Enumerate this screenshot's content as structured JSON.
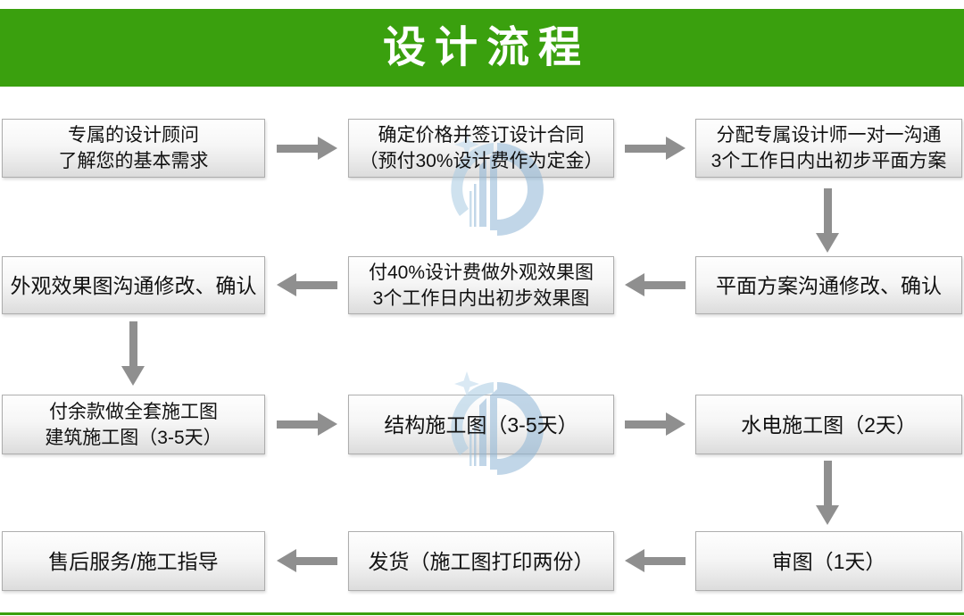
{
  "page": {
    "title": "设计流程"
  },
  "colors": {
    "header_green": "#3AA00E",
    "arrow_gray": "#8F8F8F",
    "box_border": "#ADADAD",
    "box_text": "#111111",
    "watermark_blue": "#A9CBE3"
  },
  "flow": {
    "rows": [
      {
        "direction": "right",
        "boxes": [
          {
            "lines": [
              "专属的设计顾问",
              "了解您的基本需求"
            ]
          },
          {
            "lines": [
              "确定价格并签订设计合同",
              "（预付30%设计费作为定金）"
            ]
          },
          {
            "lines": [
              "分配专属设计师一对一沟通",
              "3个工作日内出初步平面方案"
            ]
          }
        ]
      },
      {
        "direction": "left",
        "boxes": [
          {
            "lines": [
              "外观效果图沟通修改、确认"
            ]
          },
          {
            "lines": [
              "付40%设计费做外观效果图",
              "3个工作日内出初步效果图"
            ]
          },
          {
            "lines": [
              "平面方案沟通修改、确认"
            ]
          }
        ]
      },
      {
        "direction": "right",
        "boxes": [
          {
            "lines": [
              "付余款做全套施工图",
              "建筑施工图（3-5天）"
            ]
          },
          {
            "lines": [
              "结构施工图（3-5天）"
            ]
          },
          {
            "lines": [
              "水电施工图（2天）"
            ]
          }
        ]
      },
      {
        "direction": "left",
        "boxes": [
          {
            "lines": [
              "售后服务/施工指导"
            ]
          },
          {
            "lines": [
              "发货（施工图打印两份）"
            ]
          },
          {
            "lines": [
              "审图（1天）"
            ]
          }
        ]
      }
    ]
  }
}
